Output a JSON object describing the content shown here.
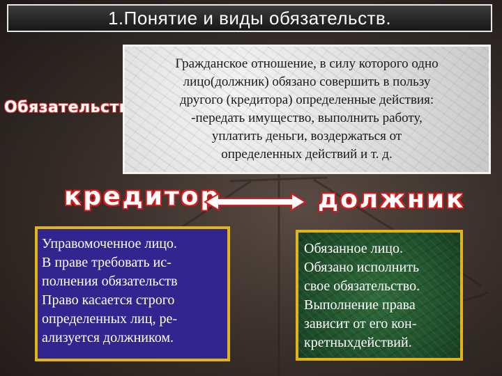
{
  "title": "1.Понятие и виды обязательств.",
  "side_label": "Обязательства",
  "definition": {
    "lines": [
      "Гражданское отношение, в силу которого одно",
      "лицо(должник) обязано совершить в пользу",
      "другого (кредитора) определенные действия:",
      "-передать имущество, выполнить работу,",
      "уплатить деньги, воздержаться от",
      "определенных действий и т. д."
    ]
  },
  "creditor": {
    "label": "кредитор",
    "lines": [
      "Управомоченное лицо.",
      "В праве требовать ис-",
      "полнения обязательств",
      "Право касается строго",
      "определенных лиц, ре-",
      "ализуется должником."
    ]
  },
  "debtor": {
    "label": "должник",
    "lines": [
      "Обязанное лицо.",
      "Обязано исполнить",
      "свое обязательство.",
      "Выполнение права",
      "зависит от его кон-",
      "кретныхдействий."
    ]
  },
  "colors": {
    "box_border": "#e3b514",
    "creditor_bg": "#33258f",
    "debtor_bg": "#1f4e2a",
    "label_outline": "#d81a1a"
  },
  "icons": {
    "arrow": "double-headed-arrow",
    "background": "balance-scales"
  }
}
